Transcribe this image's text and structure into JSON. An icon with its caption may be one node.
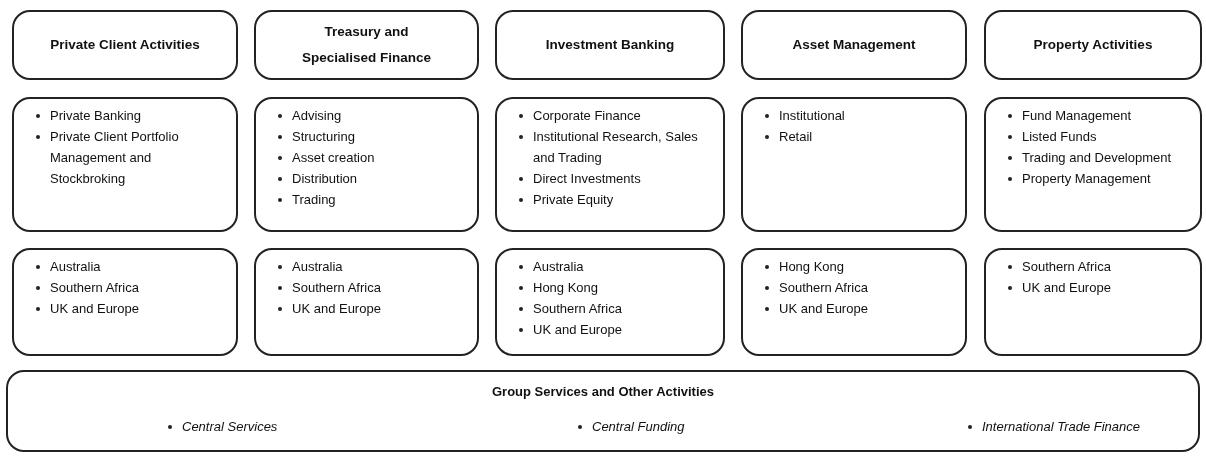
{
  "diagram": {
    "nodes": [
      {
        "text": [
          "Private Client Activities"
        ]
      },
      {
        "text": [
          "Treasury and Specialised Finance"
        ]
      },
      {
        "text": [
          "Investment Banking"
        ]
      },
      {
        "text": [
          "Asset Management"
        ]
      },
      {
        "text": [
          "Property Activities"
        ]
      },
      {
        "text": [
          "Private Banking",
          "Private Client Portfolio Management and Stockbroking"
        ]
      },
      {
        "text": [
          "Advising",
          "Structuring",
          "Asset creation",
          "Distribution",
          "Trading"
        ]
      },
      {
        "text": [
          "Corporate Finance",
          "Institutional Research, Sales and Trading",
          "Direct Investments",
          "Private Equity"
        ]
      },
      {
        "text": [
          "Institutional",
          "Retail"
        ]
      },
      {
        "text": [
          "Fund Management",
          "Listed Funds",
          "Trading and Development",
          "Property Management"
        ]
      },
      {
        "text": [
          "Australia",
          "Southern Africa",
          "UK and Europe"
        ]
      },
      {
        "text": [
          "Australia",
          "Southern Africa",
          "UK and Europe"
        ]
      },
      {
        "text": [
          "Australia",
          "Hong Kong",
          "Southern Africa",
          "UK and Europe"
        ]
      },
      {
        "text": [
          "Hong Kong",
          "Southern Africa",
          "UK and Europe"
        ]
      },
      {
        "text": [
          "Southern Africa",
          "UK and Europe"
        ]
      },
      {
        "text": [
          "Group Services and Other Activities",
          "Central Services",
          "Central Funding",
          "International Trade Finance"
        ]
      }
    ]
  }
}
